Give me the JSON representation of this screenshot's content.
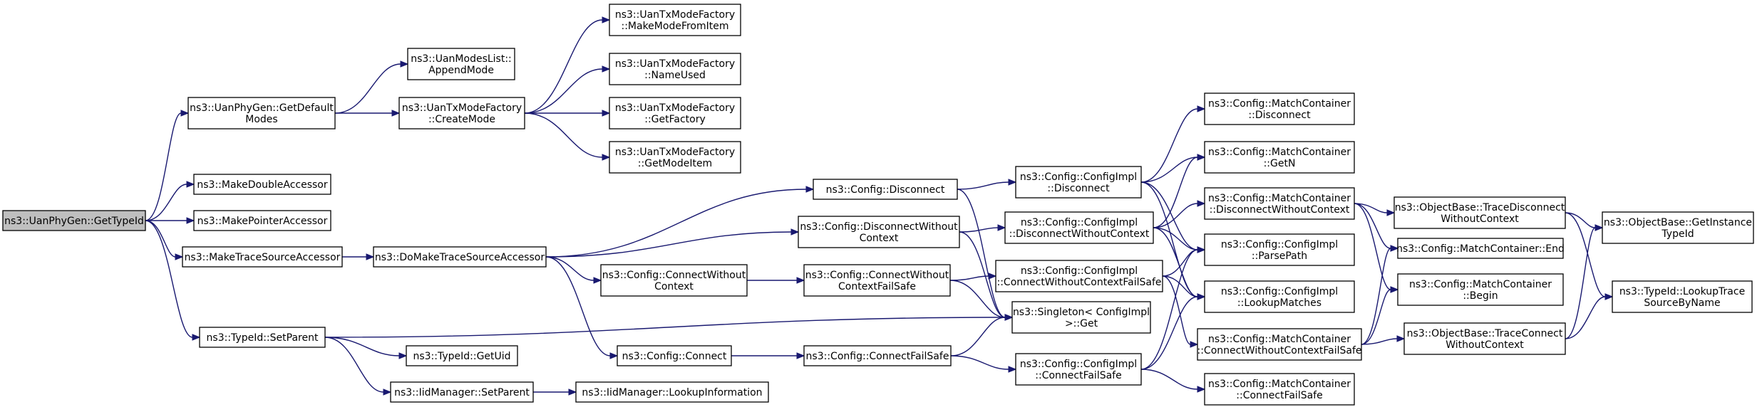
{
  "nodes": [
    {
      "id": "getTypeId",
      "lines": [
        "ns3::UanPhyGen::GetTypeId"
      ],
      "root": true
    },
    {
      "id": "getDefaultModes",
      "lines": [
        "ns3::UanPhyGen::GetDefault",
        "Modes"
      ]
    },
    {
      "id": "makeDoubleAccessor",
      "lines": [
        "ns3::MakeDoubleAccessor"
      ]
    },
    {
      "id": "makePointerAccessor",
      "lines": [
        "ns3::MakePointerAccessor"
      ]
    },
    {
      "id": "makeTraceSourceAccessor",
      "lines": [
        "ns3::MakeTraceSourceAccessor"
      ]
    },
    {
      "id": "typeIdSetParent",
      "lines": [
        "ns3::TypeId::SetParent"
      ]
    },
    {
      "id": "appendMode",
      "lines": [
        "ns3::UanModesList::",
        "AppendMode"
      ]
    },
    {
      "id": "createMode",
      "lines": [
        "ns3::UanTxModeFactory",
        "::CreateMode"
      ]
    },
    {
      "id": "makeModeFromItem",
      "lines": [
        "ns3::UanTxModeFactory",
        "::MakeModeFromItem"
      ]
    },
    {
      "id": "nameUsed",
      "lines": [
        "ns3::UanTxModeFactory",
        "::NameUsed"
      ]
    },
    {
      "id": "getFactory",
      "lines": [
        "ns3::UanTxModeFactory",
        "::GetFactory"
      ]
    },
    {
      "id": "getModeItem",
      "lines": [
        "ns3::UanTxModeFactory",
        "::GetModeItem"
      ]
    },
    {
      "id": "doMakeTraceSourceAccessor",
      "lines": [
        "ns3::DoMakeTraceSourceAccessor"
      ]
    },
    {
      "id": "typeIdGetUid",
      "lines": [
        "ns3::TypeId::GetUid"
      ]
    },
    {
      "id": "iidSetParent",
      "lines": [
        "ns3::IidManager::SetParent"
      ]
    },
    {
      "id": "iidLookupInformation",
      "lines": [
        "ns3::IidManager::LookupInformation"
      ]
    },
    {
      "id": "configDisconnect",
      "lines": [
        "ns3::Config::Disconnect"
      ]
    },
    {
      "id": "configDisconnectWithoutContext",
      "lines": [
        "ns3::Config::DisconnectWithout",
        "Context"
      ]
    },
    {
      "id": "configConnectWithoutContext",
      "lines": [
        "ns3::Config::ConnectWithout",
        "Context"
      ]
    },
    {
      "id": "configConnect",
      "lines": [
        "ns3::Config::Connect"
      ]
    },
    {
      "id": "configConnectWithoutContextFailSafe",
      "lines": [
        "ns3::Config::ConnectWithout",
        "ContextFailSafe"
      ]
    },
    {
      "id": "configConnectFailSafe",
      "lines": [
        "ns3::Config::ConnectFailSafe"
      ]
    },
    {
      "id": "implDisconnect",
      "lines": [
        "ns3::Config::ConfigImpl",
        "::Disconnect"
      ]
    },
    {
      "id": "implDisconnectWithoutContext",
      "lines": [
        "ns3::Config::ConfigImpl",
        "::DisconnectWithoutContext"
      ]
    },
    {
      "id": "implConnectWithoutContextFailSafe",
      "lines": [
        "ns3::Config::ConfigImpl",
        "::ConnectWithoutContextFailSafe"
      ]
    },
    {
      "id": "singletonGet",
      "lines": [
        "ns3::Singleton< ConfigImpl",
        " >::Get"
      ]
    },
    {
      "id": "implConnectFailSafe",
      "lines": [
        "ns3::Config::ConfigImpl",
        "::ConnectFailSafe"
      ]
    },
    {
      "id": "mcDisconnect",
      "lines": [
        "ns3::Config::MatchContainer",
        "::Disconnect"
      ]
    },
    {
      "id": "mcGetN",
      "lines": [
        "ns3::Config::MatchContainer",
        "::GetN"
      ]
    },
    {
      "id": "mcDisconnectWithoutContext",
      "lines": [
        "ns3::Config::MatchContainer",
        "::DisconnectWithoutContext"
      ]
    },
    {
      "id": "implParsePath",
      "lines": [
        "ns3::Config::ConfigImpl",
        "::ParsePath"
      ]
    },
    {
      "id": "implLookupMatches",
      "lines": [
        "ns3::Config::ConfigImpl",
        "::LookupMatches"
      ]
    },
    {
      "id": "mcConnectWithoutContextFailSafe",
      "lines": [
        "ns3::Config::MatchContainer",
        "::ConnectWithoutContextFailSafe"
      ]
    },
    {
      "id": "mcConnectFailSafe",
      "lines": [
        "ns3::Config::MatchContainer",
        "::ConnectFailSafe"
      ]
    },
    {
      "id": "obTraceDisconnectWithoutContext",
      "lines": [
        "ns3::ObjectBase::TraceDisconnect",
        "WithoutContext"
      ]
    },
    {
      "id": "mcEnd",
      "lines": [
        "ns3::Config::MatchContainer::End"
      ]
    },
    {
      "id": "mcBegin",
      "lines": [
        "ns3::Config::MatchContainer",
        "::Begin"
      ]
    },
    {
      "id": "obTraceConnectWithoutContext",
      "lines": [
        "ns3::ObjectBase::TraceConnect",
        "WithoutContext"
      ]
    },
    {
      "id": "obGetInstanceTypeId",
      "lines": [
        "ns3::ObjectBase::GetInstance",
        "TypeId"
      ]
    },
    {
      "id": "typeIdLookupTraceSourceByName",
      "lines": [
        "ns3::TypeId::LookupTrace",
        "SourceByName"
      ]
    }
  ]
}
